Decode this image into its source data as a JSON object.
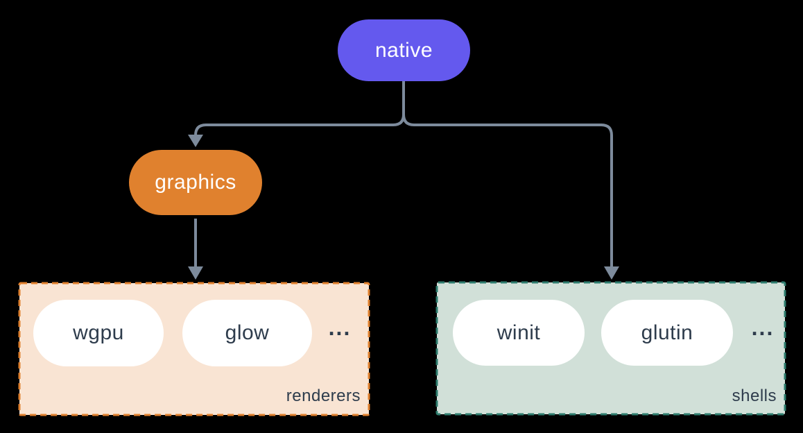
{
  "diagram": {
    "background_color": "#000000",
    "connector_color": "#7d8b9c",
    "node_text_color": "#ffffff",
    "item_text_color": "#2e3c4c",
    "nodes": {
      "native": {
        "label": "native",
        "color": "#6459ee"
      },
      "graphics": {
        "label": "graphics",
        "color": "#e0812e"
      }
    },
    "groups": {
      "renderers": {
        "label": "renderers",
        "fill_color": "#f9e4d3",
        "border_color": "#e0802e",
        "items": [
          "wgpu",
          "glow"
        ],
        "ellipsis": "..."
      },
      "shells": {
        "label": "shells",
        "fill_color": "#d1e0d8",
        "border_color": "#2e7d6e",
        "items": [
          "winit",
          "glutin"
        ],
        "ellipsis": "..."
      }
    },
    "edges": [
      {
        "from": "native",
        "to": "graphics"
      },
      {
        "from": "native",
        "to": "shells"
      },
      {
        "from": "graphics",
        "to": "renderers"
      }
    ]
  }
}
